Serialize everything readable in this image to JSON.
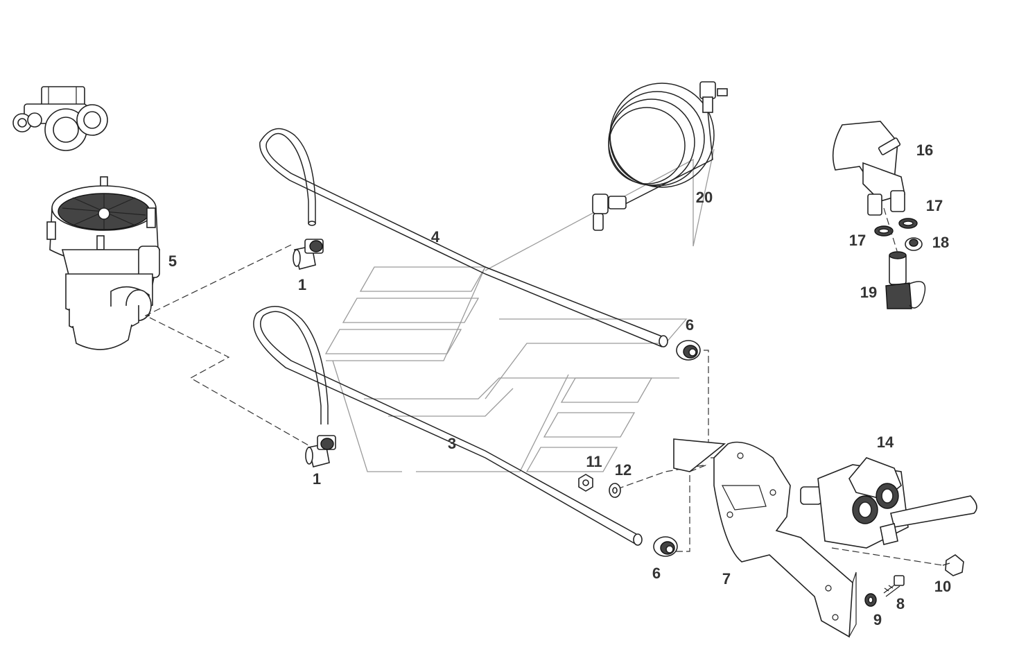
{
  "labels": {
    "p1a": "1",
    "p1b": "1",
    "p3": "3",
    "p4": "4",
    "p5": "5",
    "p6a": "6",
    "p6b": "6",
    "p7": "7",
    "p8": "8",
    "p9": "9",
    "p10": "10",
    "p11": "11",
    "p12": "12",
    "p14": "14",
    "p16": "16",
    "p17a": "17",
    "p17b": "17",
    "p18": "18",
    "p19": "19",
    "p20": "20"
  },
  "icons": {
    "vehicle": "tractor-icon"
  },
  "colors": {
    "line": "#222222",
    "label": "#333333",
    "watermark": "#9a9a9a"
  }
}
